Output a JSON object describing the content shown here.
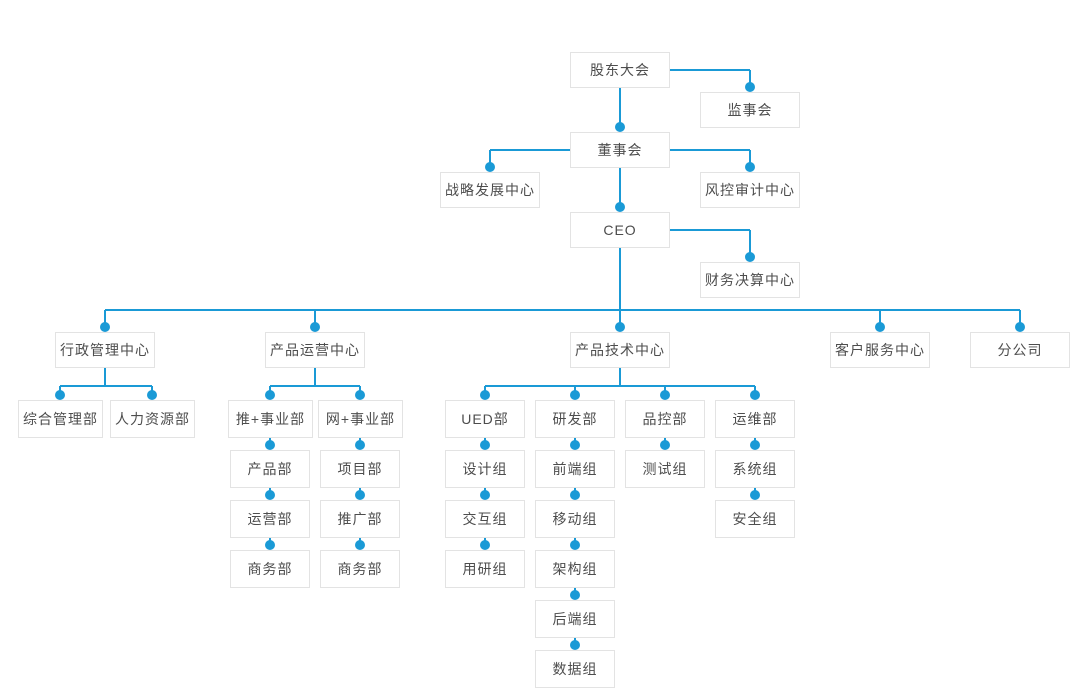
{
  "diagram": {
    "type": "org-chart",
    "accent_color": "#1a9ad6",
    "node_border_color": "#e3e3e3",
    "node_text_color": "#4d4d4d",
    "background_color": "#ffffff",
    "nodes": {
      "shareholders": {
        "label": "股东大会"
      },
      "supervisory": {
        "label": "监事会"
      },
      "board": {
        "label": "董事会"
      },
      "strategy": {
        "label": "战略发展中心"
      },
      "risk_audit": {
        "label": "风控审计中心"
      },
      "ceo": {
        "label": "CEO"
      },
      "finance": {
        "label": "财务决算中心"
      },
      "admin_center": {
        "label": "行政管理中心"
      },
      "ops_center": {
        "label": "产品运营中心"
      },
      "tech_center": {
        "label": "产品技术中心"
      },
      "service_center": {
        "label": "客户服务中心"
      },
      "branch": {
        "label": "分公司"
      },
      "general_mgmt": {
        "label": "综合管理部"
      },
      "hr": {
        "label": "人力资源部"
      },
      "tui_division": {
        "label": "推+事业部"
      },
      "wang_division": {
        "label": "网+事业部"
      },
      "product_dept": {
        "label": "产品部"
      },
      "operations_dept": {
        "label": "运营部"
      },
      "business_dept_1": {
        "label": "商务部"
      },
      "project_dept": {
        "label": "项目部"
      },
      "promotion_dept": {
        "label": "推广部"
      },
      "business_dept_2": {
        "label": "商务部"
      },
      "ued_dept": {
        "label": "UED部"
      },
      "rd_dept": {
        "label": "研发部"
      },
      "qc_dept": {
        "label": "品控部"
      },
      "om_dept": {
        "label": "运维部"
      },
      "design_group": {
        "label": "设计组"
      },
      "interaction_group": {
        "label": "交互组"
      },
      "research_group": {
        "label": "用研组"
      },
      "frontend_group": {
        "label": "前端组"
      },
      "mobile_group": {
        "label": "移动组"
      },
      "architecture_group": {
        "label": "架构组"
      },
      "backend_group": {
        "label": "后端组"
      },
      "data_group": {
        "label": "数据组"
      },
      "testing_group": {
        "label": "测试组"
      },
      "system_group": {
        "label": "系统组"
      },
      "security_group": {
        "label": "安全组"
      }
    },
    "hierarchy": [
      {
        "parent": "股东大会",
        "children": [
          "监事会",
          "董事会"
        ]
      },
      {
        "parent": "董事会",
        "children": [
          "战略发展中心",
          "风控审计中心",
          "CEO"
        ]
      },
      {
        "parent": "CEO",
        "children": [
          "财务决算中心",
          "行政管理中心",
          "产品运营中心",
          "产品技术中心",
          "客户服务中心",
          "分公司"
        ]
      },
      {
        "parent": "行政管理中心",
        "children": [
          "综合管理部",
          "人力资源部"
        ]
      },
      {
        "parent": "产品运营中心",
        "children": [
          "推+事业部",
          "网+事业部"
        ]
      },
      {
        "parent": "推+事业部",
        "children": [
          "产品部",
          "运营部",
          "商务部"
        ]
      },
      {
        "parent": "网+事业部",
        "children": [
          "项目部",
          "推广部",
          "商务部"
        ]
      },
      {
        "parent": "产品技术中心",
        "children": [
          "UED部",
          "研发部",
          "品控部",
          "运维部"
        ]
      },
      {
        "parent": "UED部",
        "children": [
          "设计组",
          "交互组",
          "用研组"
        ]
      },
      {
        "parent": "研发部",
        "children": [
          "前端组",
          "移动组",
          "架构组",
          "后端组",
          "数据组"
        ]
      },
      {
        "parent": "品控部",
        "children": [
          "测试组"
        ]
      },
      {
        "parent": "运维部",
        "children": [
          "系统组",
          "安全组"
        ]
      }
    ]
  }
}
